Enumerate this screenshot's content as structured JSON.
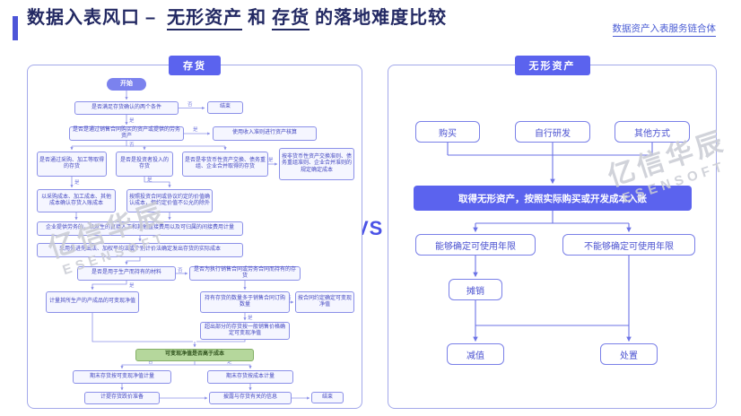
{
  "header": {
    "title_prefix": "数据入表风口",
    "title_dash": "–",
    "title_intangible": "无形资产",
    "title_and": "和",
    "title_inventory": "存货",
    "title_suffix": "的落地难度比较",
    "link": "数据资产入表服务链合体"
  },
  "watermark": {
    "cn": "亿信华辰",
    "en": "ESENSOFT"
  },
  "vs": "VS",
  "labels": {
    "yes": "是",
    "no": "否"
  },
  "left": {
    "badge": "存货",
    "nodes": {
      "start": "开始",
      "q1": "是否满足存货确认的两个条件",
      "end1": "结束",
      "q2": "是否是通过销售合同购买的资产或提供的劳务资产",
      "r1": "使用收入准则进行资产核算",
      "q3": "是否通过采购、加工等取得的存货",
      "q4": "是否是投资者投入的存货",
      "q5": "是否是非货币性资产交换、债务重组、企业合并取得的存货",
      "r2": "按非货币性资产交换准则、债务重组准则、企业合并准则的规定确定成本",
      "a1": "以采购成本、加工成本、其他成本确认存货入账成本",
      "a2": "按照投资合同或协议约定的价值确认成本，但约定价值不公允的除外",
      "a3": "企业提供劳务的，以发生的直接人工和其他直接费用以及可归属的间接费用计量",
      "a4": "采用先进先出法、加权平均法或个别计价法确定发出存货的实际成本",
      "q6": "是否是用于生产而持有的材料",
      "q7": "是否为执行销售合同或劳务合同而持有的存货",
      "a5": "计量其所生产的产成品的可变现净值",
      "q8": "持有存货的数量多于销售合同订购数量",
      "r3": "按合同约定确定可变现净值",
      "a6": "超出部分的存货按一般销售价格确定可变现净值",
      "g1": "可变现净值是否高于成本",
      "b1": "期末存货按可变现净值计量",
      "b2": "期末存货按成本计量",
      "c1": "计提存货跌价准备",
      "c2": "披露与存货有关的信息",
      "end2": "结束"
    }
  },
  "right": {
    "badge": "无形资产",
    "nodes": {
      "buy": "购买",
      "dev": "自行研发",
      "other": "其他方式",
      "acquire": "取得无形资产，按照实际购买或开发成本入账",
      "finite": "能够确定可使用年限",
      "infinite": "不能够确定可使用年限",
      "amort": "摊销",
      "impair": "减值",
      "dispose": "处置"
    }
  }
}
